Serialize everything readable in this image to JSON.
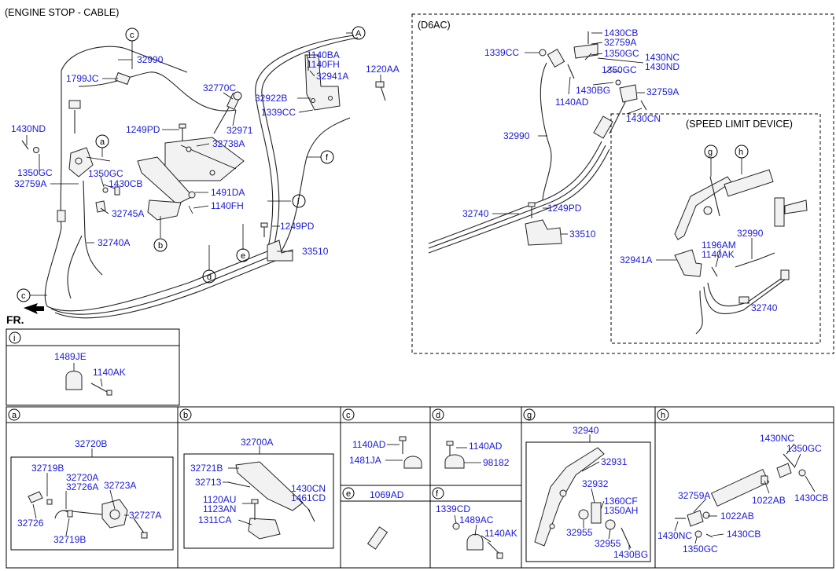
{
  "title": "(ENGINE STOP - CABLE)",
  "d6ac_label": "(D6AC)",
  "speed_limit_label": "(SPEED LIMIT DEVICE)",
  "fr_label": "FR.",
  "labels": {
    "l32990": "32990",
    "l1799JC": "1799JC",
    "l1430ND": "1430ND",
    "l1350GC_a": "1350GC",
    "l32759A_a": "32759A",
    "l1350GC_b": "1350GC",
    "l1430CB_a": "1430CB",
    "l32745A": "32745A",
    "l32740A": "32740A",
    "l32770C": "32770C",
    "l32971": "32971",
    "l1249PD_a": "1249PD",
    "l32738A": "32738A",
    "l1491DA": "1491DA",
    "l1140FH_a": "1140FH",
    "l1140BA": "1140BA",
    "l1140FH_b": "1140FH",
    "l32941A_a": "32941A",
    "l1220AA": "1220AA",
    "l32922B": "32922B",
    "l1339CC_a": "1339CC",
    "l1249PD_b": "1249PD",
    "l33510_a": "33510",
    "l1339CC_b": "1339CC",
    "l1430CB_b": "1430CB",
    "l32759A_b": "32759A",
    "l1350GC_c": "1350GC",
    "l1430NC_a": "1430NC",
    "l1430ND_b": "1430ND",
    "l1350GC_d": "1350GC",
    "l1140AD_a": "1140AD",
    "l1430BG_a": "1430BG",
    "l32759A_c": "32759A",
    "l1430CN_a": "1430CN",
    "l32990_b": "32990",
    "l1249PD_c": "1249PD",
    "l32740_a": "32740",
    "l33510_b": "33510",
    "l1196AM": "1196AM",
    "l1140AK_a": "1140AK",
    "l32941A_b": "32941A",
    "l32990_c": "32990",
    "l32740_b": "32740",
    "l1489JE": "1489JE",
    "l1140AK_b": "1140AK",
    "l32720B": "32720B",
    "l32719B_a": "32719B",
    "l32720A": "32720A",
    "l32726A": "32726A",
    "l32723A": "32723A",
    "l32726": "32726",
    "l32727A": "32727A",
    "l32719B_b": "32719B",
    "l32700A": "32700A",
    "l32721B": "32721B",
    "l32713": "32713",
    "l1430CN_b": "1430CN",
    "l1461CD": "1461CD",
    "l1120AU": "1120AU",
    "l1123AN": "1123AN",
    "l1311CA": "1311CA",
    "l1140AD_c": "1140AD",
    "l1481JA": "1481JA",
    "l1069AD": "1069AD",
    "l1140AD_d": "1140AD",
    "l98182": "98182",
    "l1339CD": "1339CD",
    "l1489AC": "1489AC",
    "l1140AK_f": "1140AK",
    "l32940": "32940",
    "l32931": "32931",
    "l32932": "32932",
    "l1360CF": "1360CF",
    "l1350AH": "1350AH",
    "l32955_a": "32955",
    "l32955_b": "32955",
    "l1430BG_g": "1430BG",
    "l1430NC_h1": "1430NC",
    "l1350GC_h1": "1350GC",
    "l32759A_h": "32759A",
    "l1022AB_a": "1022AB",
    "l1430CB_h1": "1430CB",
    "l1022AB_b": "1022AB",
    "l1430NC_h2": "1430NC",
    "l1430CB_h2": "1430CB",
    "l1350GC_h2": "1350GC"
  },
  "callouts": {
    "A": "A",
    "c_top": "c",
    "c_left": "c",
    "a": "a",
    "b": "b",
    "d": "d",
    "e": "e",
    "f": "f",
    "i": "i",
    "g": "g",
    "h": "h"
  },
  "panels": {
    "i": "i",
    "a": "a",
    "b": "b",
    "c": "c",
    "d": "d",
    "e": "e",
    "f": "f",
    "g": "g",
    "h": "h"
  }
}
